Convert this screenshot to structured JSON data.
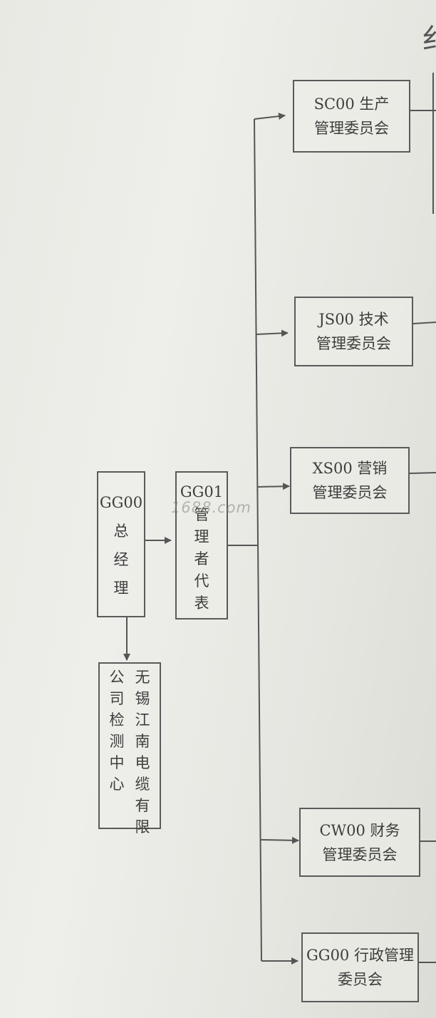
{
  "title_fragment": "纟",
  "watermark": "1688.com",
  "nodes": {
    "gm": {
      "code": "GG00",
      "chars": [
        "总",
        "经",
        "理"
      ]
    },
    "rep": {
      "code": "GG01",
      "chars": [
        "管",
        "理",
        "者",
        "代",
        "表"
      ]
    },
    "test_center": {
      "col1": "无锡江南电缆有限",
      "col2": "公司检测中心"
    },
    "sc": {
      "line1": "SC00 生产",
      "line2": "管理委员会"
    },
    "js": {
      "line1": "JS00 技术",
      "line2": "管理委员会"
    },
    "xs": {
      "line1": "XS00 营销",
      "line2": "管理委员会"
    },
    "cw": {
      "line1": "CW00 财务",
      "line2": "管理委员会"
    },
    "gg": {
      "line1": "GG00 行政管理",
      "line2": "委员会"
    }
  }
}
